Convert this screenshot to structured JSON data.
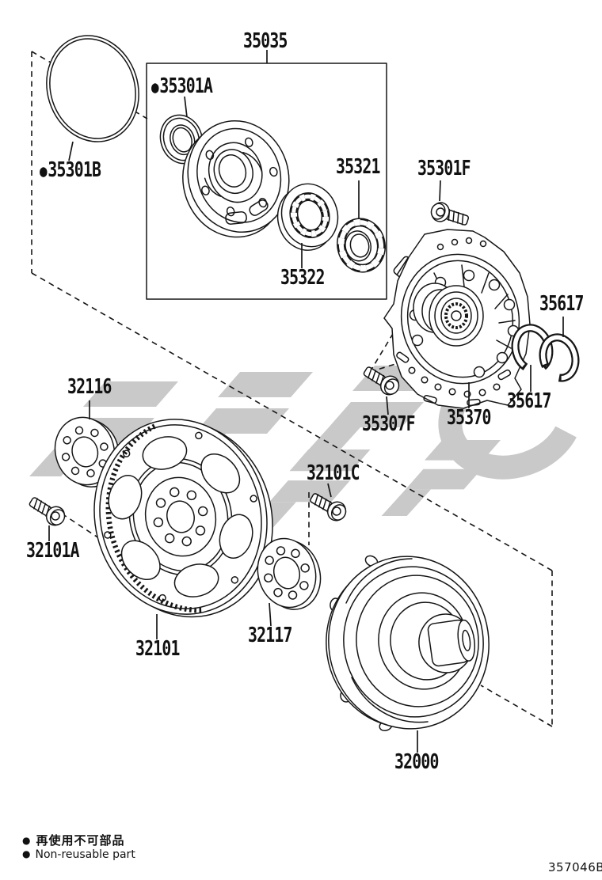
{
  "diagram": {
    "doc_code": "357046B",
    "line_color": "#161616",
    "watermark_color": "#c9c9c9",
    "parts": [
      {
        "code": "35035"
      },
      {
        "code": "35301A",
        "marker": "●"
      },
      {
        "code": "35301B",
        "marker": "●"
      },
      {
        "code": "35321"
      },
      {
        "code": "35301F"
      },
      {
        "code": "35322"
      },
      {
        "code": "35617"
      },
      {
        "code": "35617"
      },
      {
        "code": "35307F"
      },
      {
        "code": "35370"
      },
      {
        "code": "32116"
      },
      {
        "code": "32101A"
      },
      {
        "code": "32101"
      },
      {
        "code": "32101C"
      },
      {
        "code": "32117"
      },
      {
        "code": "32000"
      }
    ],
    "footer": {
      "marker": "●",
      "note_ja": "再使用不可部品",
      "note_en": "Non-reusable part"
    }
  }
}
